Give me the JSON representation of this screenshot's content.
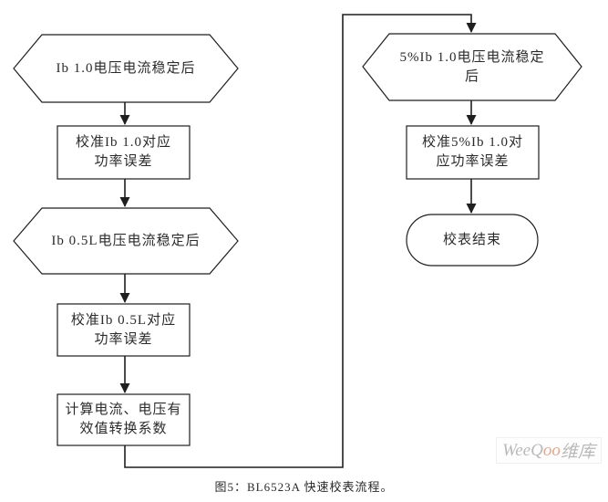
{
  "diagram": {
    "caption": "图5：BL6523A 快速校表流程。",
    "watermark": {
      "prefix": "WeeQ",
      "mid": "oo",
      "suffix": "维库"
    },
    "colors": {
      "line": "#1f1f1f",
      "text": "#2b2b2b",
      "background": "#ffffff",
      "watermark_gray": "#b9b9b9",
      "watermark_accent": "#dfa88d"
    },
    "nodes": [
      {
        "id": "hex-ib10-stable",
        "type": "hexagon",
        "lines": [
          "Ib 1.0电压电流稳定后"
        ]
      },
      {
        "id": "proc-cal-ib10",
        "type": "process",
        "lines": [
          "校准Ib 1.0对应",
          "功率误差"
        ]
      },
      {
        "id": "hex-ib05l-stable",
        "type": "hexagon",
        "lines": [
          "Ib 0.5L电压电流稳定后"
        ]
      },
      {
        "id": "proc-cal-ib05l",
        "type": "process",
        "lines": [
          "校准Ib 0.5L对应",
          "功率误差"
        ]
      },
      {
        "id": "proc-calc-rms",
        "type": "process",
        "lines": [
          "计算电流、电压有",
          "效值转换系数"
        ]
      },
      {
        "id": "hex-5ib10-stable",
        "type": "hexagon",
        "lines": [
          "5%Ib 1.0电压电流稳定",
          "后"
        ]
      },
      {
        "id": "proc-cal-5ib10",
        "type": "process",
        "lines": [
          "校准5%Ib 1.0对",
          "应功率误差"
        ]
      },
      {
        "id": "term-end",
        "type": "terminator",
        "lines": [
          "校表结束"
        ]
      }
    ]
  }
}
